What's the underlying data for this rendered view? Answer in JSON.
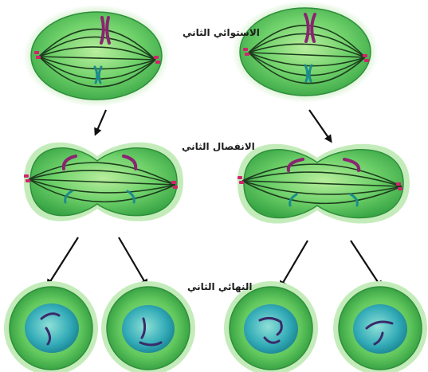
{
  "labels": {
    "metaphase_2": "الاستوائي الثاني",
    "anaphase_2": "الانفصال الثاني",
    "telophase_2": "النهائي الثاني"
  },
  "colors": {
    "cell_fill": "#6fd16a",
    "cell_edge": "#2f8f3a",
    "cell_glow": "#c4ecbb",
    "spindle": "#1d3d1d",
    "centriole": "#d0246b",
    "chromosome_purple": "#8a2470",
    "chromosome_teal": "#1a8c8c",
    "nucleus_fill": "#2fa7b5",
    "arrow": "#111111"
  },
  "icons": {
    "cell": "cell-icon",
    "arrow": "arrow-down-icon"
  }
}
